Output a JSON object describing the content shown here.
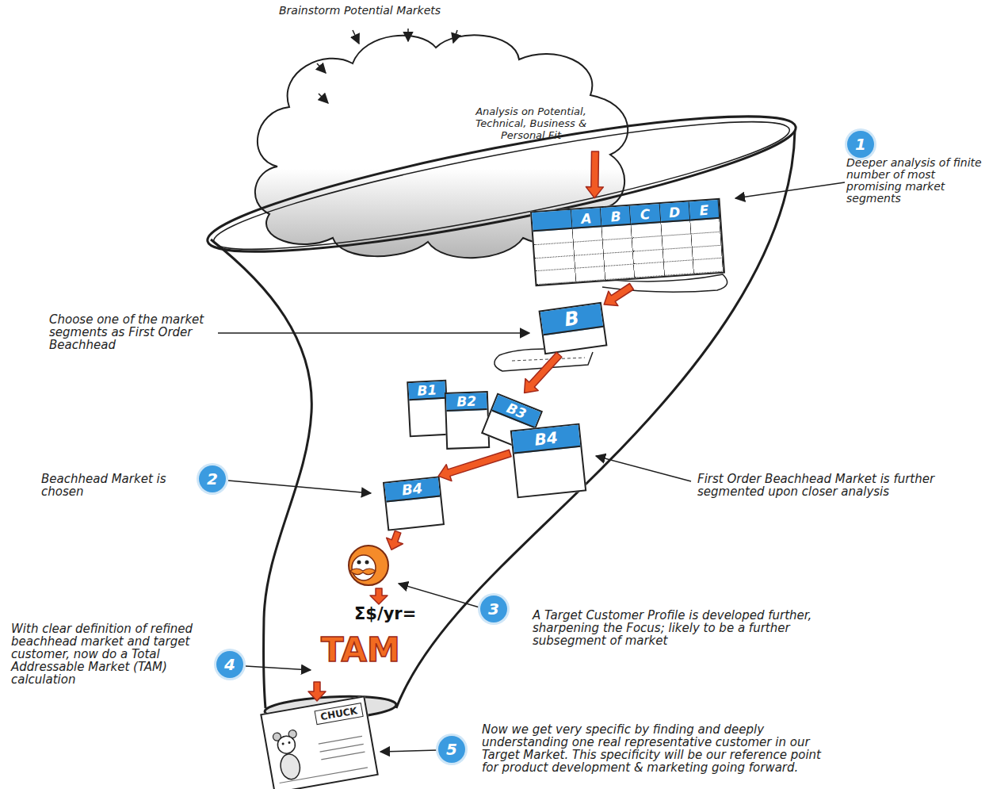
{
  "diagram": {
    "nodes": [
      {
        "text": [
          "Analysis on Potential, Technical, Business & Personal Fit"
        ]
      },
      {
        "text": [
          "A",
          "B",
          "C",
          "D",
          "E"
        ]
      },
      {
        "text": [
          "B"
        ]
      },
      {
        "text": [
          "B1"
        ]
      },
      {
        "text": [
          "B2"
        ]
      },
      {
        "text": [
          "B3"
        ]
      },
      {
        "text": [
          "B4"
        ]
      },
      {
        "text": [
          "B4"
        ]
      },
      {
        "text": [
          "CHUCK"
        ]
      }
    ],
    "edges": [
      {
        "from": 0,
        "to": 1,
        "arrow": "to"
      },
      {
        "from": 1,
        "to": 2,
        "arrow": "to"
      },
      {
        "from": 2,
        "to": 5,
        "arrow": "to"
      },
      {
        "from": 6,
        "to": 7,
        "arrow": "to"
      }
    ],
    "labels": [
      "Brainstorm Potential Markets",
      "1",
      "Deeper analysis of finite number of most promising market segments",
      "Choose one of the market segments as First Order Beachhead",
      "First Order Beachhead Market is further segmented upon closer analysis",
      "2",
      "Beachhead Market is chosen",
      "3",
      "A Target Customer Profile is developed further, sharpening the Focus; likely to be a further subsegment of market",
      "Σ$/yr=",
      "TAM",
      "4",
      "With clear definition of refined beachhead market and target customer, now do a Total Addressable Market (TAM) calculation",
      "5",
      "Now we get very specific by finding and deeply understanding one real representative customer in our Target Market. This specificity will be our reference point for product development & marketing going forward."
    ]
  }
}
